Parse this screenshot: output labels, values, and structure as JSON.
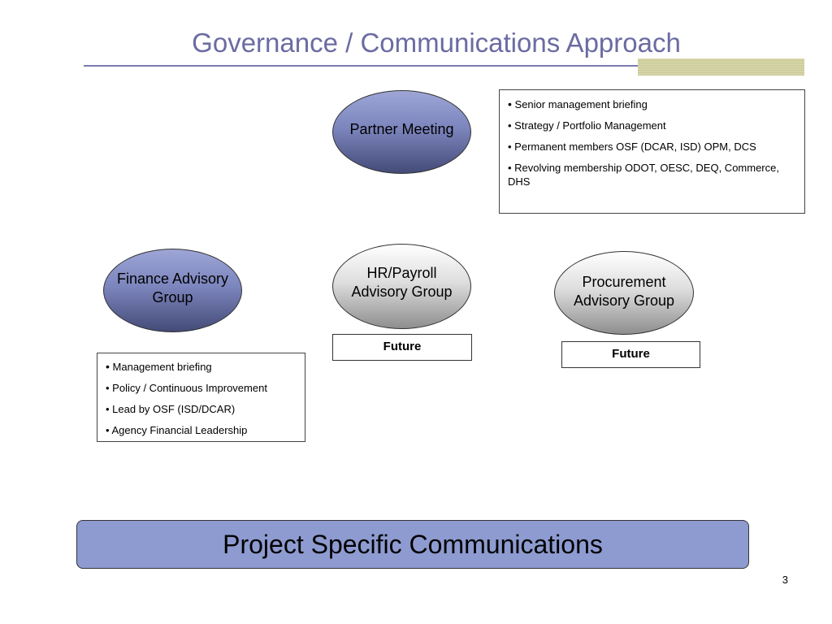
{
  "slide": {
    "title": "Governance / Communications Approach",
    "page_number": "3"
  },
  "nodes": {
    "partner": "Partner Meeting",
    "finance": "Finance Advisory Group",
    "hr": "HR/Payroll Advisory Group",
    "procurement": "Procurement Advisory Group"
  },
  "partner_notes": [
    "Senior management briefing",
    "Strategy / Portfolio Management",
    "Permanent members OSF (DCAR, ISD) OPM, DCS",
    "Revolving membership ODOT, OESC, DEQ, Commerce, DHS"
  ],
  "finance_notes": [
    "Management briefing",
    "Policy / Continuous Improvement",
    "Lead by OSF (ISD/DCAR)",
    "Agency Financial Leadership"
  ],
  "future_labels": {
    "hr": "Future",
    "procurement": "Future"
  },
  "banner": "Project Specific Communications",
  "colors": {
    "title": "#6b6ba3",
    "blue_node": "#7c85bd",
    "gray_node": "#dedede",
    "banner": "#8e9bd0"
  }
}
